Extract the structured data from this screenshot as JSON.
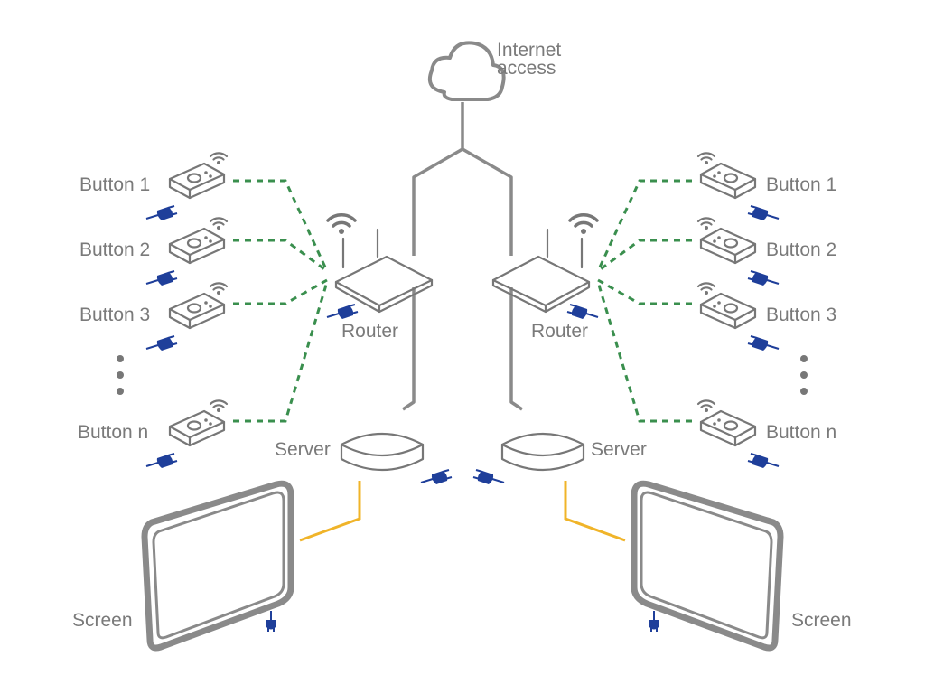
{
  "internet": {
    "line1": "Internet",
    "line2": "access"
  },
  "left": {
    "buttons": [
      "Button 1",
      "Button 2",
      "Button 3",
      "Button n"
    ],
    "router": "Router",
    "server": "Server",
    "screen": "Screen"
  },
  "right": {
    "buttons": [
      "Button 1",
      "Button 2",
      "Button 3",
      "Button n"
    ],
    "router": "Router",
    "server": "Server",
    "screen": "Screen"
  },
  "colors": {
    "device_stroke": "#777777",
    "wire": "#8a8a8a",
    "wireless_link": "#3a8f4e",
    "video_link": "#f0b429",
    "power_plug": "#1f3f9a",
    "label": "#7a7a7a"
  },
  "icons": [
    "cloud-icon",
    "wifi-icon",
    "power-plug-icon",
    "vertical-ellipsis-icon"
  ]
}
